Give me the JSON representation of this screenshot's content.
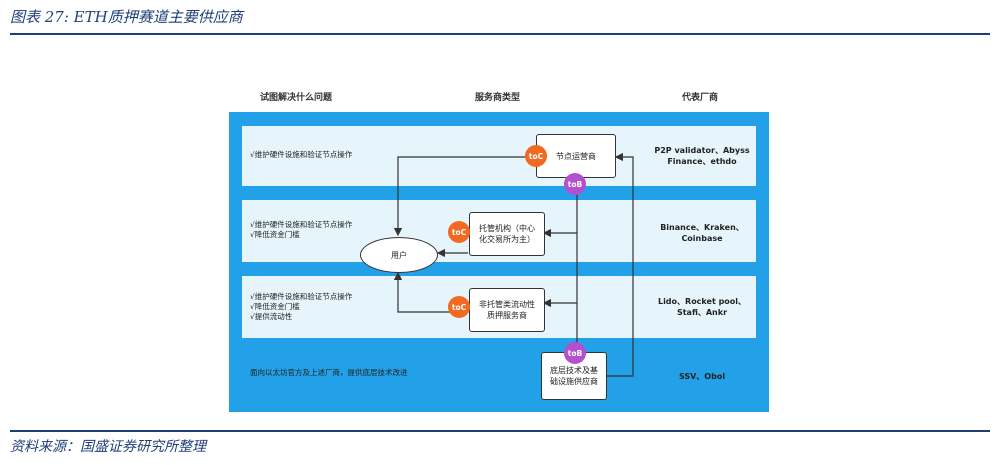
{
  "figure": {
    "title": "图表 27: ETH质押赛道主要供应商",
    "source": "资料来源：国盛证券研究所整理"
  },
  "columns": {
    "problem": "试图解决什么问题",
    "type": "服务商类型",
    "vendor": "代表厂商"
  },
  "rows": [
    {
      "reasons": "√维护硬件设施和验证节点操作",
      "box": "节点运营商",
      "badge": "toC",
      "vendors": "P2P validator、Abyss\nFinance、ethdo"
    },
    {
      "reasons": "√维护硬件设施和验证节点操作\n√降低资金门槛",
      "box": "托管机构（中心\n化交易所为主）",
      "badge": "toC",
      "vendors": "Binance、Kraken、\nCoinbase"
    },
    {
      "reasons": "√维护硬件设施和验证节点操作\n√降低资金门槛\n√提供流动性",
      "box": "非托管类流动性\n质押服务商",
      "badge": "toC",
      "vendors": "Lido、Rocket pool、\nStafi、Ankr"
    },
    {
      "reasons": "面向以太坊官方及上述厂商，提供底层技术改进",
      "box": "底层技术及基\n础设施供应商",
      "badge": "toB",
      "vendors": "SSV、Obol"
    }
  ],
  "user_label": "用户",
  "tob_badge": "toB",
  "colors": {
    "panel": "#22a1e8",
    "band": "#e6f5fc",
    "toc": "#f26a22",
    "tob": "#b44fd0",
    "accent": "#1f3f7a"
  }
}
